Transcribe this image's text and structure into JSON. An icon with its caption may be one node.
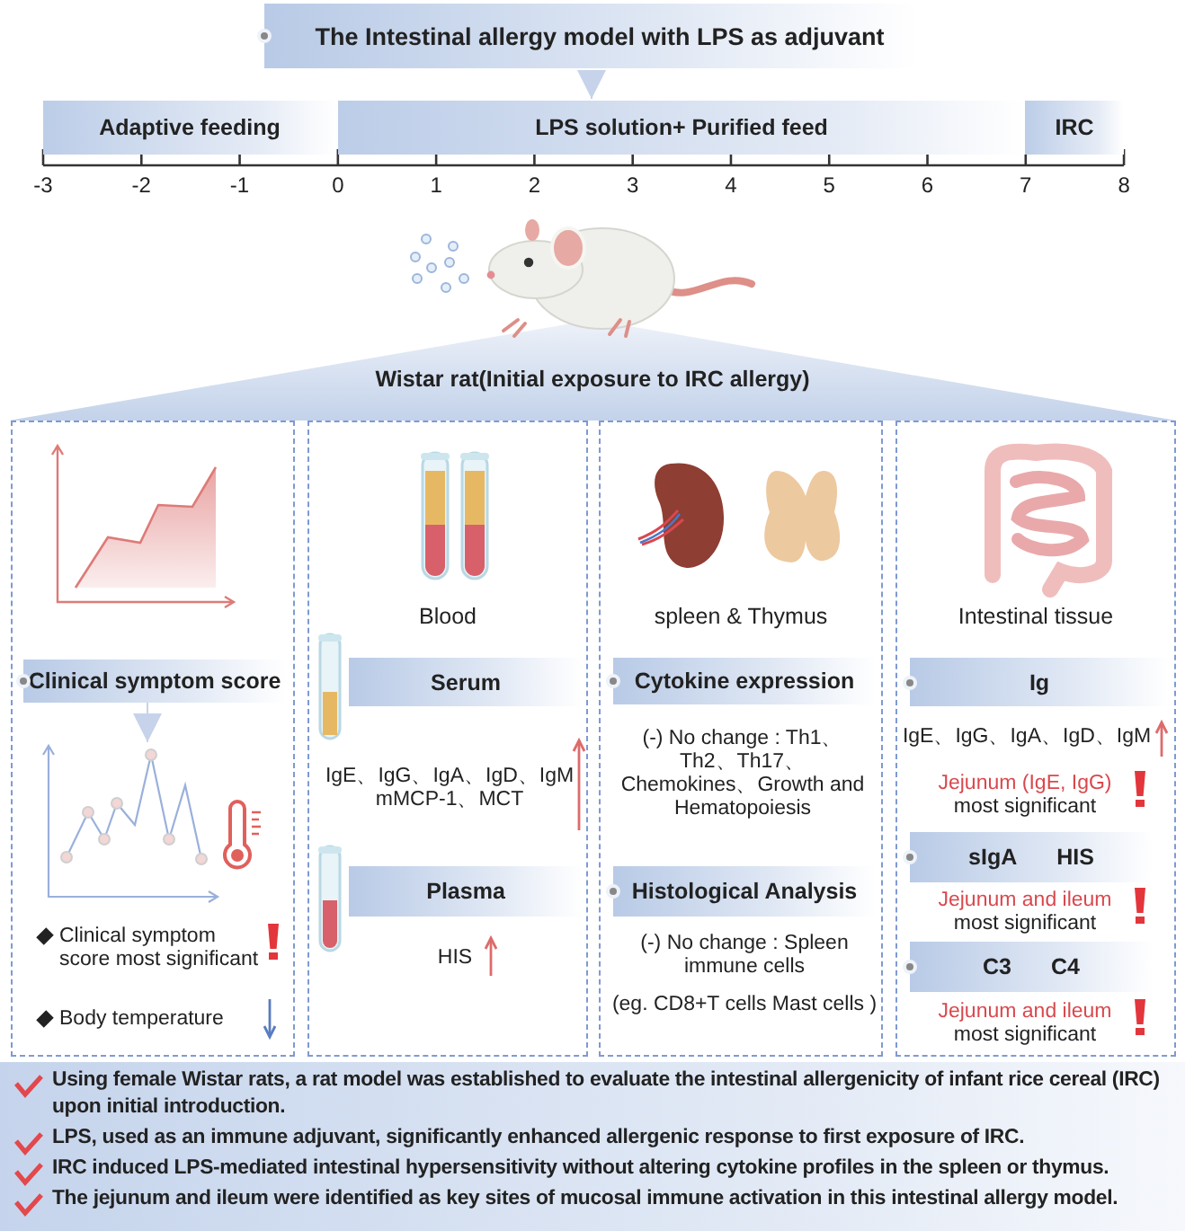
{
  "diagram": {
    "nodes": [
      {
        "text": [
          "The Intestinal allergy model with LPS as adjuvant"
        ]
      },
      {
        "text": [
          "Adaptive feeding"
        ]
      },
      {
        "text": [
          "LPS solution+ Purified feed"
        ]
      },
      {
        "text": [
          "IRC"
        ]
      },
      {
        "text": [
          "Wistar rat(Initial exposure to IRC allergy)"
        ]
      },
      {
        "text": [],
        "shape": "box"
      },
      {
        "text": [
          "Clinical symptom score"
        ],
        "in": 5,
        "beside": [
          "Clinical symptom score most significant",
          "Body temperature"
        ]
      },
      {
        "text": [],
        "shape": "picture",
        "in": 5
      },
      {
        "text": [
          "Blood"
        ]
      },
      {
        "text": [
          "Serum"
        ],
        "in": 8,
        "beside": [
          "IgE、IgG、IgA、IgD、IgM mMCP-1、MCT"
        ]
      },
      {
        "text": [
          "Plasma"
        ],
        "in": 8,
        "beside": [
          "HIS"
        ]
      },
      {
        "text": [
          "spleen & Thymus"
        ]
      },
      {
        "text": [
          "Cytokine expression"
        ],
        "in": 11,
        "beside": [
          "(-) No change : Th1、Th2、Th17、Chemokines、Growth and Hematopoiesis"
        ]
      },
      {
        "text": [
          "Histological Analysis"
        ],
        "in": 11,
        "beside": [
          "(-) No change : Spleen immune cells",
          "(eg. CD8+T cells Mast cells )"
        ]
      },
      {
        "text": [
          "Intestinal tissue"
        ]
      },
      {
        "text": [
          "Ig"
        ],
        "in": 14,
        "beside": [
          "IgE、IgG、IgA、IgD、IgM",
          "Jejunum (IgE, IgG)",
          "most significant"
        ]
      },
      {
        "text": [
          "sIgA",
          "HIS"
        ],
        "in": 14,
        "beside": [
          "Jejunum and ileum",
          "most significant"
        ]
      },
      {
        "text": [
          "C3",
          "C4"
        ],
        "in": 14,
        "beside": [
          "Jejunum and ileum",
          "most significant"
        ]
      },
      {
        "text": [
          "Using female Wistar rats, a rat model was established to evaluate the intestinal allergenicity of infant rice cereal (IRC) upon initial introduction.",
          "LPS, used as an immune adjuvant, significantly enhanced allergenic response to first exposure of IRC.",
          "IRC induced LPS-mediated intestinal hypersensitivity without altering cytokine profiles in the spleen or thymus.",
          "The jejunum and ileum were identified as key sites of mucosal immune activation in this intestinal allergy model."
        ]
      }
    ],
    "edges": [
      {
        "from": 0,
        "to": 2,
        "arrow": "to"
      },
      {
        "from": 6,
        "to": 7,
        "arrow": "to"
      }
    ],
    "labels": [
      "-3",
      "-2",
      "-1",
      "0",
      "1",
      "2",
      "3",
      "4",
      "5",
      "6",
      "7",
      "8"
    ]
  }
}
